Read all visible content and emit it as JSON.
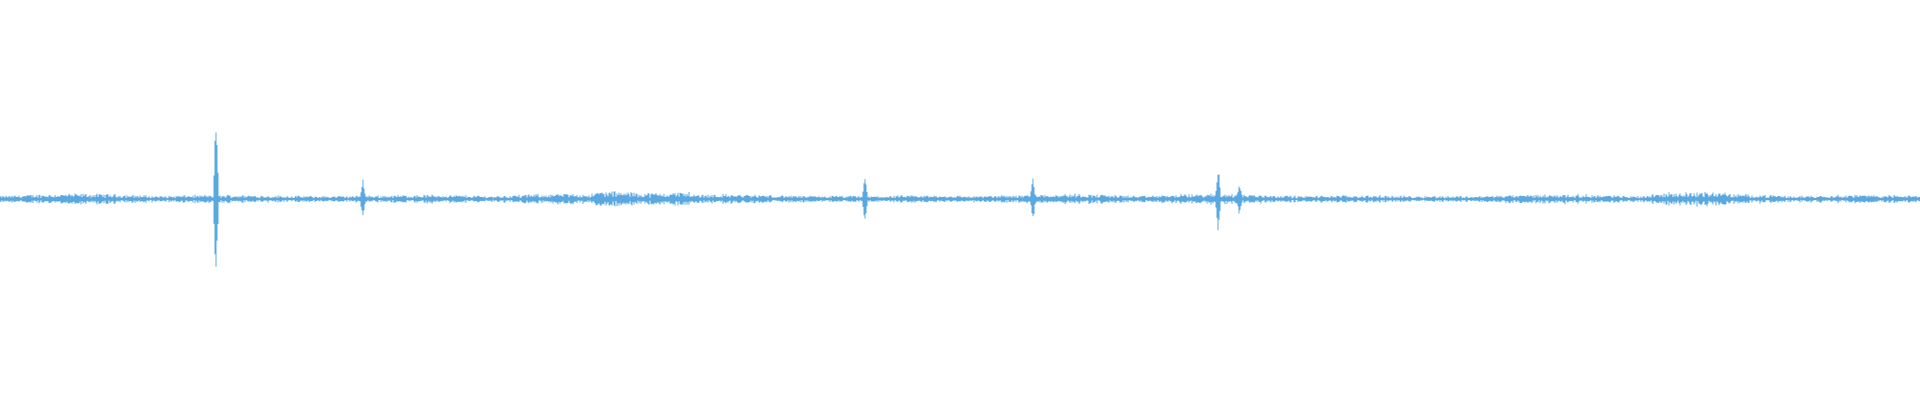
{
  "waveform": {
    "stroke_color": "#5aa8e0",
    "background_color": "#ffffff",
    "baseline_amplitude": 0.03,
    "peaks": [
      {
        "position": 0.1125,
        "amplitude": 0.48
      },
      {
        "position": 0.189,
        "amplitude": 0.12
      },
      {
        "position": 0.4505,
        "amplitude": 0.14
      },
      {
        "position": 0.538,
        "amplitude": 0.12
      },
      {
        "position": 0.6345,
        "amplitude": 0.2
      },
      {
        "position": 0.6455,
        "amplitude": 0.1
      }
    ]
  }
}
